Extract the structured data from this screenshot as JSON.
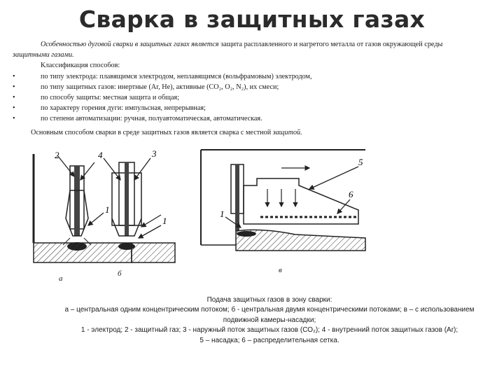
{
  "title": "Сварка в защитных газах",
  "intro": {
    "lead_italic": "Особенностью дуговой сварки в защитных газах является",
    "rest": " защита расплавленного и нагретого металла от газов окружающей среды ",
    "tail_italic": "защитными газами."
  },
  "classification_heading": "Классификация способов:",
  "classification": [
    "по типу электрода: плавящимся электродом, неплавящимся (вольфрамовым) электродом,",
    "по типу защитных газов: инертные (Ar, He), активные (CO₂, O₂, N₂), их смеси;",
    "по способу защиты: местная защита и общая;",
    "по характеру горения дуги: импульсная, непрерывная;",
    "по степени автоматизации: ручная, полуавтоматическая, автоматическая."
  ],
  "main_method": {
    "text": "Основным способом сварки в среде защитных газов является сварка с местной ",
    "italic": "защитой."
  },
  "figure": {
    "label_a": "а",
    "label_b": "б",
    "label_v": "в",
    "callouts_a": [
      "2",
      "1"
    ],
    "callouts_b": [
      "4",
      "3",
      "1"
    ],
    "callouts_v": [
      "5",
      "6",
      "1"
    ]
  },
  "caption": {
    "line1": "Подача защитных газов в зону сварки:",
    "line2": "а – центральная одним концентрическим потоком; б - центральная двумя концентрическими потоками; в – с использованием подвижной камеры-насадки;",
    "line3": "1 - электрод; 2 - защитный газ; 3 - наружный поток защитных газов (СО₂); 4 - внутренний поток защитных газов (Ar);",
    "line4": "5 – насадка; 6 – распределительная сетка."
  }
}
